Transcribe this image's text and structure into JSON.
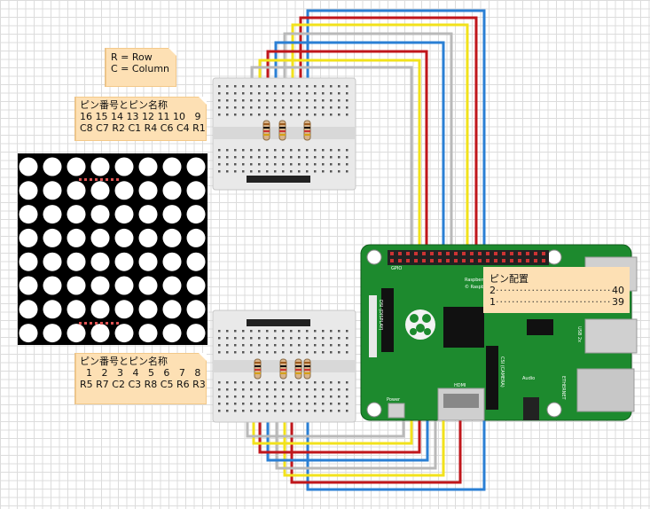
{
  "note_rc": {
    "line1": "R = Row",
    "line2": "C = Column"
  },
  "note_top": {
    "title": "ピン番号とピン名称",
    "pins": "16 15 14 13 12 11 10   9",
    "names": "C8 C7 R2 C1 R4 C6 C4 R1"
  },
  "note_bottom": {
    "title": "ピン番号とピン名称",
    "pins": "  1   2   3   4   5   6   7   8",
    "names": "R5 R7 C2 C3 R8 C5 R6 R3"
  },
  "pin_layout": {
    "title": "ピン配置",
    "left_top": "2",
    "right_top": "40",
    "left_bottom": "1",
    "right_bottom": "39"
  },
  "pi_labels": {
    "gpio": "GPIO",
    "brand1": "Raspberry Pi",
    "brand2": "© Raspberry Pi",
    "power": "Power",
    "hdmi": "HDMI",
    "audio": "Audio",
    "csi": "CSI (CAMERA)",
    "dsi": "DSI (DISPLAY)",
    "usb": "USB 2x",
    "ethernet": "ETHERNET"
  },
  "colors": {
    "board_green": "#1d8a2e",
    "wire_red": "#c0161b",
    "wire_yellow": "#f2e21b",
    "wire_blue": "#2a7fd4",
    "wire_gray": "#b9b9b9",
    "note_bg": "#fde0b4"
  }
}
